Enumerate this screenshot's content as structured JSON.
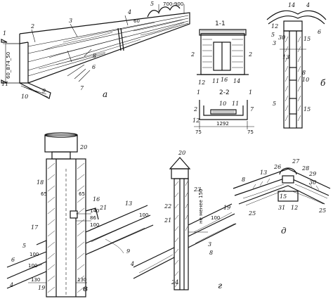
{
  "panels": {
    "a": "а",
    "b": "б",
    "v": "в",
    "g": "г",
    "d": "д"
  },
  "sections": {
    "s11": "1-1",
    "s22": "2-2",
    "mark1_left": "1",
    "mark1_right": "1",
    "mark2_left": "2",
    "mark2_right": "2"
  },
  "dimensions": {
    "a_700_900": "700-900",
    "a_60_874_50": "60_874_50",
    "a_60": "60",
    "b_1292": "1292",
    "b_75_left": "75",
    "b_75_right": "75",
    "v_65_left": "65",
    "v_65_right": "65",
    "v_140": "140",
    "v_86": "86",
    "v_100_top": "100",
    "v_100_right": "100",
    "v_100_low": "100",
    "v_100_bottom": "100",
    "v_130_left": "130",
    "v_130_right": "130",
    "g_not_less_150": "не менее 150",
    "g_100": "100"
  },
  "callouts": {
    "a": [
      "2",
      "3",
      "4",
      "5",
      "6",
      "7",
      "8",
      "9",
      "10",
      "1",
      "11"
    ],
    "section11": [
      "11",
      "12",
      "16",
      "14"
    ],
    "section22": [
      "2",
      "10",
      "11",
      "7",
      "12"
    ],
    "b": [
      "14",
      "4",
      "6",
      "12",
      "5",
      "13",
      "8",
      "10",
      "5",
      "15",
      "3",
      "30"
    ],
    "v": [
      "20",
      "18",
      "65",
      "17",
      "5",
      "6",
      "4",
      "19",
      "16",
      "21",
      "13",
      "9"
    ],
    "g": [
      "20",
      "23",
      "22",
      "21",
      "19",
      "4",
      "3",
      "8",
      "24"
    ],
    "d": [
      "27",
      "26",
      "28",
      "29",
      "30",
      "13",
      "8",
      "15",
      "25",
      "25",
      "31",
      "12"
    ]
  }
}
